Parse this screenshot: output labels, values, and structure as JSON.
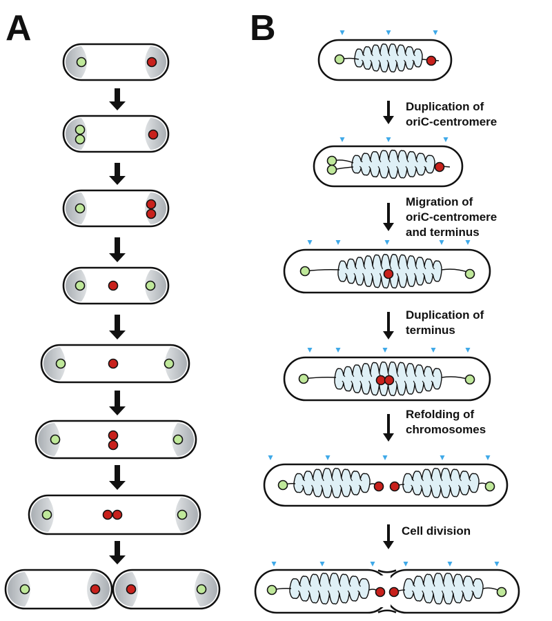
{
  "panels": {
    "a": {
      "letter": "A"
    },
    "b": {
      "letter": "B",
      "steps": [
        {
          "lines": [
            "Duplication of",
            "oriC-centromere"
          ]
        },
        {
          "lines": [
            "Migration of",
            "oriC-centromere",
            "and terminus"
          ]
        },
        {
          "lines": [
            "Duplication of",
            "terminus"
          ]
        },
        {
          "lines": [
            "Refolding of",
            "chromosomes"
          ]
        },
        {
          "lines": [
            "Cell division"
          ]
        }
      ]
    }
  },
  "colors": {
    "origin_green": "#bfe89a",
    "terminus_red": "#c8211c",
    "envelope_gray": "#c4c8cc",
    "chromosome_fill": "#dff0f6",
    "membrane_marker_blue": "#3fa9e8",
    "outline": "#111111"
  },
  "icons": {
    "step_arrow_a": "down-arrow-icon",
    "step_arrow_b": "thin-down-arrow-icon",
    "membrane_marker": "triangle-marker-icon"
  }
}
